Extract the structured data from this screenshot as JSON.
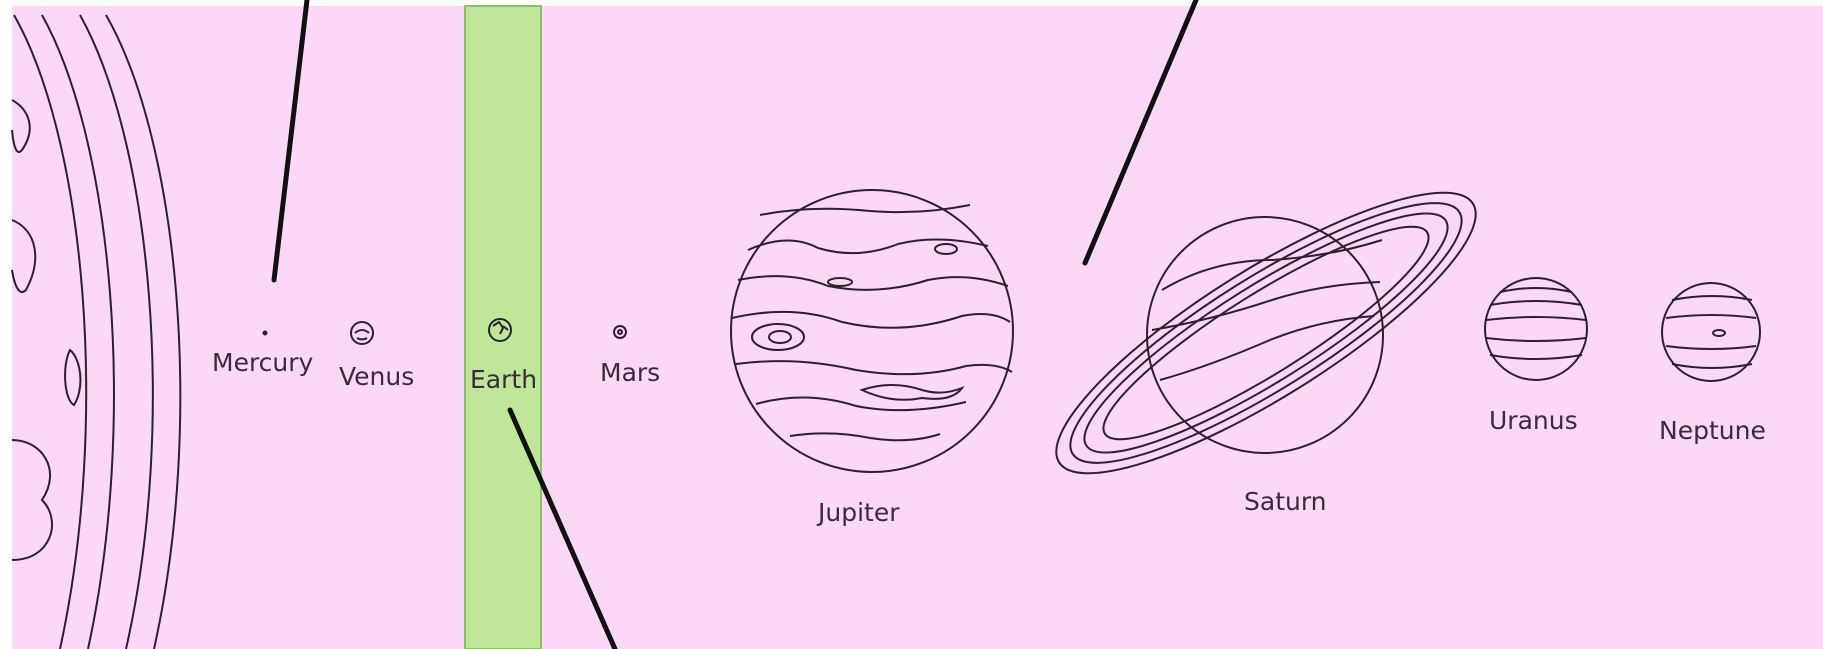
{
  "colors": {
    "background": "#fbd8f8",
    "habitable_zone": "#bfe79a",
    "outline": "#2e1f2e",
    "pointer": "#111111"
  },
  "planets": [
    {
      "key": "mercury",
      "label": "Mercury"
    },
    {
      "key": "venus",
      "label": "Venus"
    },
    {
      "key": "earth",
      "label": "Earth"
    },
    {
      "key": "mars",
      "label": "Mars"
    },
    {
      "key": "jupiter",
      "label": "Jupiter"
    },
    {
      "key": "saturn",
      "label": "Saturn"
    },
    {
      "key": "uranus",
      "label": "Uranus"
    },
    {
      "key": "neptune",
      "label": "Neptune"
    }
  ],
  "highlighted_planet": "Earth",
  "icons": [
    "sun-icon",
    "mercury-icon",
    "venus-icon",
    "earth-icon",
    "mars-icon",
    "jupiter-icon",
    "saturn-icon",
    "uranus-icon",
    "neptune-icon",
    "pointer-line"
  ]
}
